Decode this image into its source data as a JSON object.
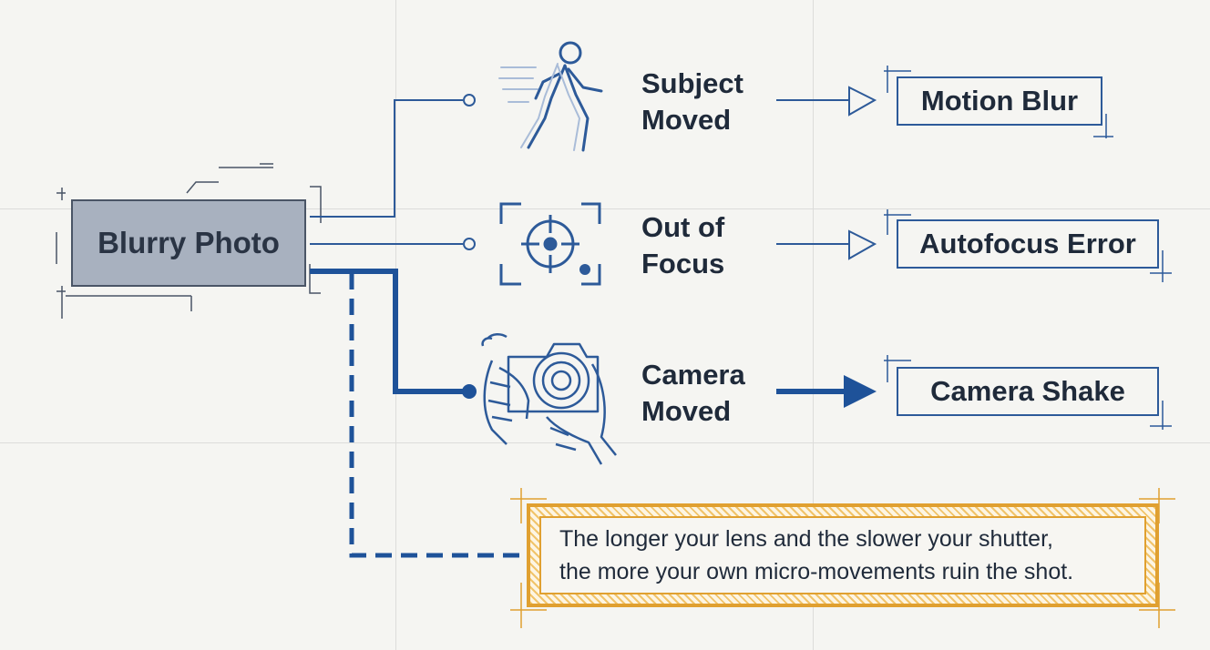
{
  "root": {
    "label": "Blurry Photo"
  },
  "causes": [
    {
      "line1": "Subject",
      "line2": "Moved",
      "icon": "walking-person-icon",
      "result": "Motion Blur"
    },
    {
      "line1": "Out of",
      "line2": "Focus",
      "icon": "focus-target-icon",
      "result": "Autofocus Error"
    },
    {
      "line1": "Camera",
      "line2": "Moved",
      "icon": "hands-holding-camera-icon",
      "result": "Camera Shake"
    }
  ],
  "note": {
    "line1": "The longer your lens and the slower your shutter,",
    "line2": "the more your own micro-movements ruin the shot."
  },
  "colors": {
    "connector": "#2d5a99",
    "root_fill": "#a8b1bf",
    "note_border": "#e0a030",
    "text": "#1f2a3a"
  }
}
